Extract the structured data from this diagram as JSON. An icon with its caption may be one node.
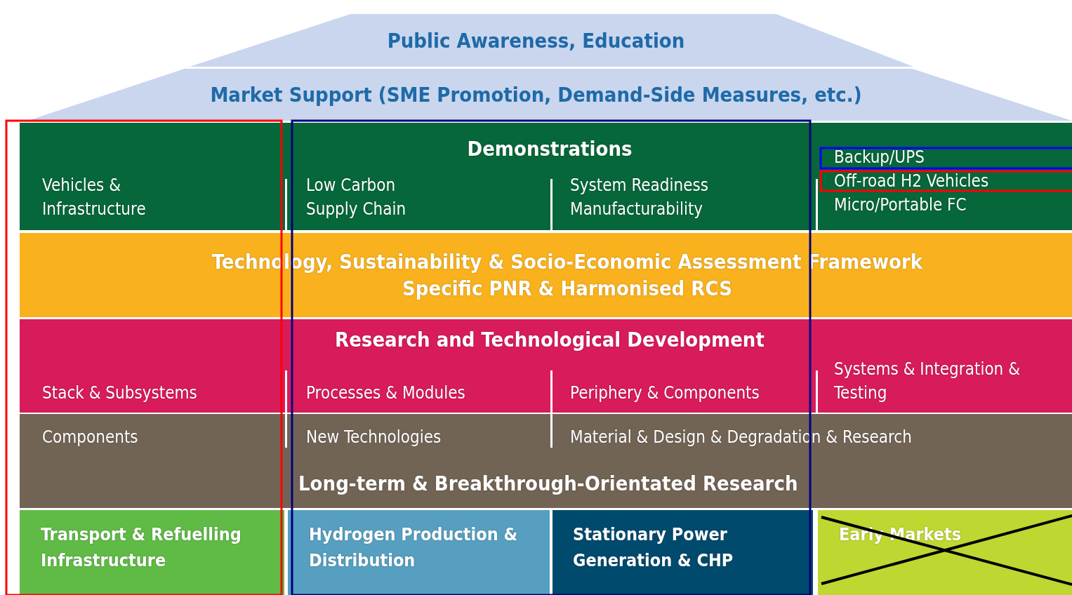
{
  "diagram": {
    "nodes": [
      {
        "text": [
          "Public Awareness, Education"
        ]
      },
      {
        "text": [
          "Market Support (SME Promotion, Demand-Side Measures, etc.)"
        ]
      },
      {
        "text": [
          "Demonstrations"
        ]
      },
      {
        "text": [
          "Vehicles & Infrastructure"
        ],
        "in": 2
      },
      {
        "text": [
          "Low Carbon Supply Chain"
        ],
        "in": 2
      },
      {
        "text": [
          "System Readiness Manufacturability"
        ],
        "in": 2
      },
      {
        "text": [
          "Backup/UPS",
          "Off-road H2 Vehicles",
          "Micro/Portable FC"
        ],
        "in": 2
      },
      {
        "text": [
          "Technology, Sustainability & Socio-Economic Assessment Framework",
          "Specific PNR & Harmonised RCS"
        ]
      },
      {
        "text": [
          "Research and Technological Development"
        ]
      },
      {
        "text": [
          "Stack & Subsystems"
        ],
        "in": 8
      },
      {
        "text": [
          "Processes & Modules"
        ],
        "in": 8
      },
      {
        "text": [
          "Periphery & Components"
        ],
        "in": 8
      },
      {
        "text": [
          "Systems & Integration & Testing"
        ],
        "in": 8
      },
      {
        "text": [
          "Long-term & Breakthrough-Orientated Research"
        ]
      },
      {
        "text": [
          "Components"
        ],
        "in": 13
      },
      {
        "text": [
          "New Technologies"
        ],
        "in": 13
      },
      {
        "text": [
          "Material & Design & Degradation & Research"
        ],
        "in": 13
      },
      {
        "text": [
          "Transport & Refuelling Infrastructure"
        ]
      },
      {
        "text": [
          "Hydrogen Production & Distribution"
        ]
      },
      {
        "text": [
          "Stationary Power Generation & CHP"
        ]
      },
      {
        "text": [
          "Early Markets"
        ]
      }
    ]
  }
}
